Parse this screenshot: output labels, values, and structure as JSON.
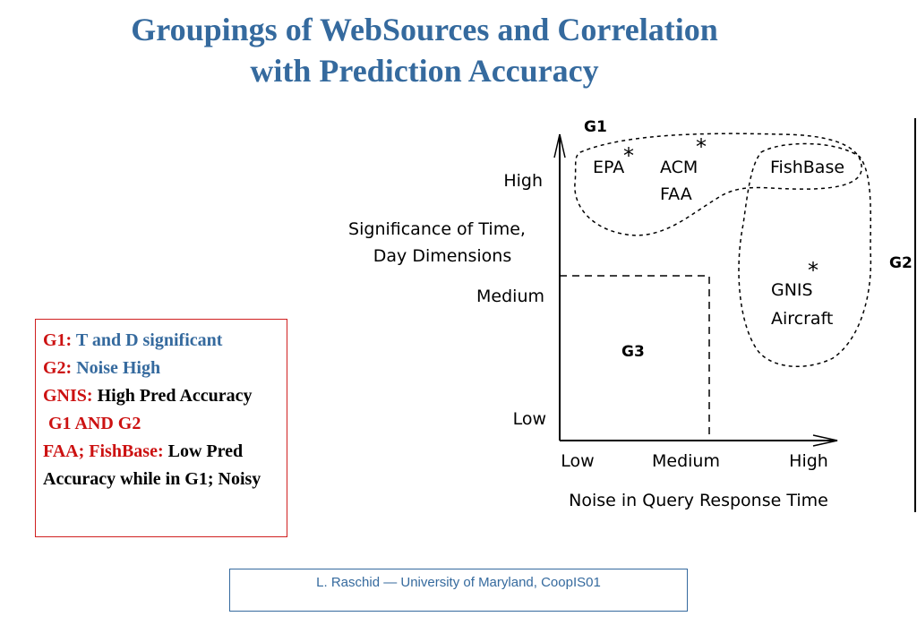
{
  "title": {
    "line1": "Groupings of WebSources and Correlation",
    "line2": "with Prediction Accuracy"
  },
  "legend": {
    "g1_key": "G1:",
    "g1_text": "T and D significant",
    "g2_key": "G2:",
    "g2_text": "Noise High",
    "gnis_key": "GNIS:",
    "gnis_text": "High Pred Accuracy",
    "g1andg2": "G1 AND G2",
    "faa_key": "FAA; FishBase:",
    "faa_text": "Low Pred Accuracy while in G1; Noisy"
  },
  "diagram": {
    "y_axis_title_line1": "Significance of Time,",
    "y_axis_title_line2": "Day Dimensions",
    "x_axis_title": "Noise in Query Response Time",
    "y_ticks": [
      "High",
      "Medium",
      "Low"
    ],
    "x_ticks": [
      "Low",
      "Medium",
      "High"
    ],
    "groups": [
      "G1",
      "G2",
      "G3"
    ],
    "sources": {
      "epa": "EPA",
      "acm": "ACM",
      "faa": "FAA",
      "fishbase": "FishBase",
      "gnis": "GNIS",
      "aircraft": "Aircraft"
    },
    "star": "*"
  },
  "footer": {
    "text": "L. Raschid — University of Maryland, CoopIS01"
  },
  "colors": {
    "title": "#356a9e",
    "key_red": "#cc1111",
    "frame_red": "#d02020"
  }
}
